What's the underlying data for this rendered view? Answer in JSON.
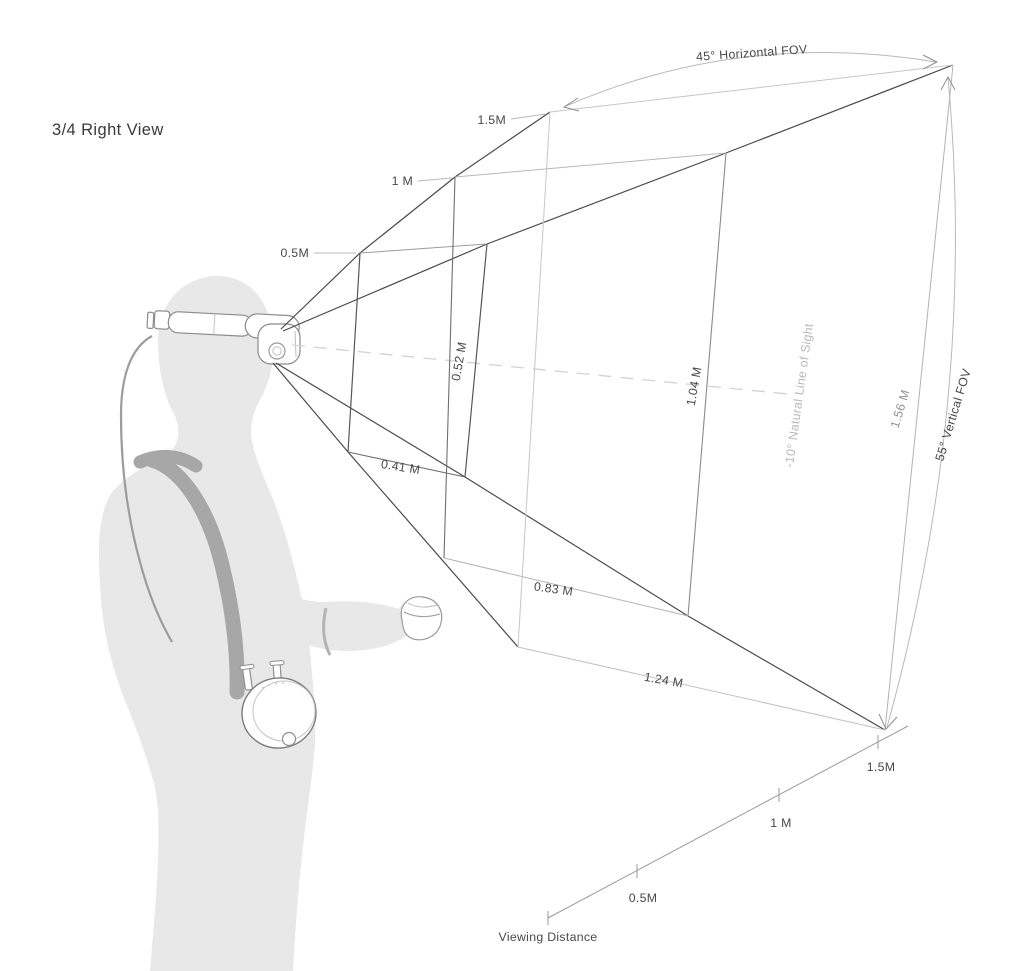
{
  "title": "3/4 Right View",
  "fov": {
    "horizontal_label": "45° Horizontal FOV",
    "vertical_label": "55° Vertical FOV",
    "line_of_sight_label": "-10° Natural Line of Sight",
    "horizontal_deg": 45,
    "vertical_deg": 55,
    "line_of_sight_deg": -10
  },
  "planes": [
    {
      "distance_label": "0.5M",
      "width_label": "0.41 M",
      "height_label": "0.52 M",
      "distance_m": 0.5,
      "width_m": 0.41,
      "height_m": 0.52
    },
    {
      "distance_label": "1 M",
      "width_label": "0.83 M",
      "height_label": "1.04 M",
      "distance_m": 1.0,
      "width_m": 0.83,
      "height_m": 1.04
    },
    {
      "distance_label": "1.5M",
      "width_label": "1.24 M",
      "height_label": "1.56 M",
      "distance_m": 1.5,
      "width_m": 1.24,
      "height_m": 1.56
    }
  ],
  "axis": {
    "label": "Viewing Distance",
    "tick_labels": [
      "0.5M",
      "1 M",
      "1.5M"
    ]
  },
  "colors": {
    "background": "#ffffff",
    "ray_line": "#4a4a4a",
    "light_line": "#c6c6c6",
    "label_text": "#484848",
    "muted_text": "#b8b8b8",
    "silhouette": "#e8e8e8",
    "strap": "#a7a7a7"
  }
}
